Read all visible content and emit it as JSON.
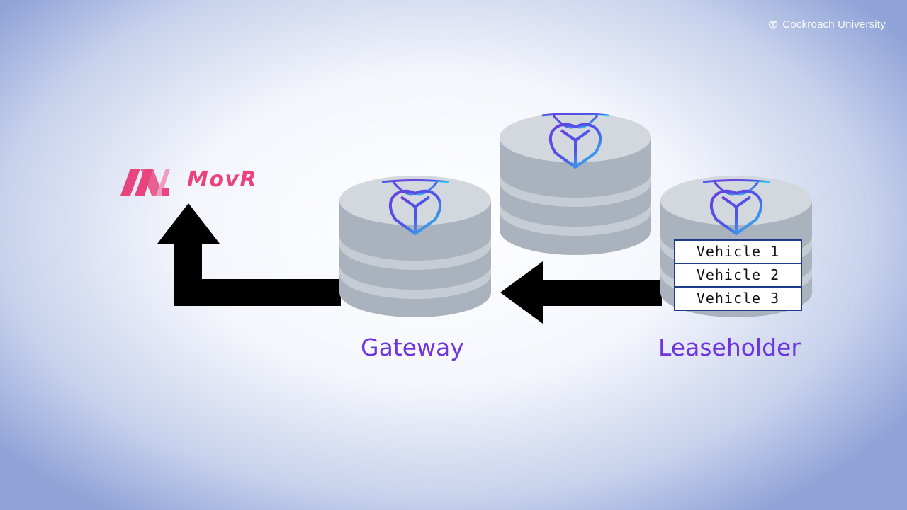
{
  "watermark": {
    "text": "Cockroach University",
    "icon": "cockroach-logo-icon"
  },
  "brand": {
    "name": "MovR",
    "color": "#e8457f"
  },
  "nodes": {
    "gateway": {
      "label": "Gateway"
    },
    "middle": {
      "label": ""
    },
    "leaseholder": {
      "label": "Leaseholder"
    }
  },
  "leaseholder_table": {
    "rows": [
      "Vehicle 1",
      "Vehicle 2",
      "Vehicle 3"
    ]
  },
  "colors": {
    "label": "#6e34e0",
    "table_border": "#1e3a8a",
    "arrow": "#000000",
    "cylinder_top": "#d3d8df",
    "cylinder_body": "#aab2bd"
  }
}
